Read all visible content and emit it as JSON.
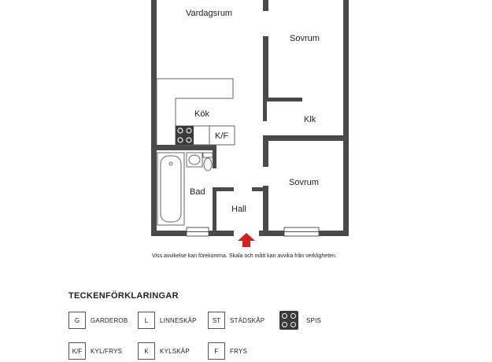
{
  "rooms": {
    "vardagsrum": "Vardagsrum",
    "sovrum_top": "Sovrum",
    "kok": "Kök",
    "kf": "K/F",
    "klk": "Klk",
    "sovrum_bottom": "Sovrum",
    "bad": "Bad",
    "hall": "Hall"
  },
  "disclaimer": "Viss avvikelse kan förekomma. Skala och mått kan avvika från verkligheten.",
  "legend": {
    "title": "TECKENFÖRKLARINGAR",
    "items": [
      {
        "code": "G",
        "label": "GARDEROB"
      },
      {
        "code": "L",
        "label": "LINNESKÅP"
      },
      {
        "code": "ST",
        "label": "STÄDSKÅP"
      },
      {
        "code": "",
        "label": "SPIS",
        "icon": "stove-icon"
      },
      {
        "code": "K/F",
        "label": "KYL/FRYS"
      },
      {
        "code": "K",
        "label": "KYLSKÅP"
      },
      {
        "code": "F",
        "label": "FRYS"
      }
    ]
  },
  "colors": {
    "wall": "#4a4a4a",
    "entrance_arrow": "#d32020",
    "stove": "#3a3a3a"
  }
}
